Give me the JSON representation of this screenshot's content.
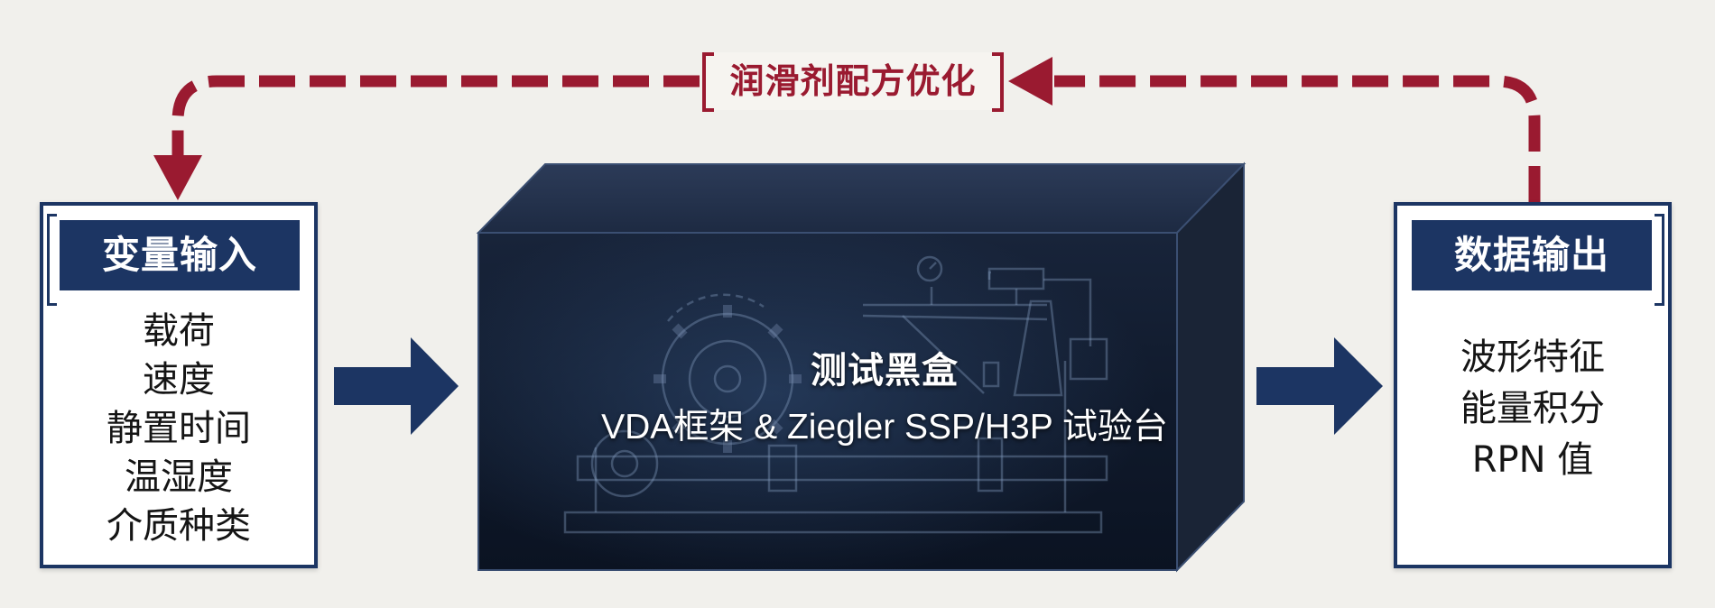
{
  "input_panel": {
    "header": "变量输入",
    "items": [
      "载荷",
      "速度",
      "静置时间",
      "温湿度",
      "介质种类"
    ]
  },
  "black_box": {
    "title": "测试黑盒",
    "subtitle": "VDA框架 & Ziegler SSP/H3P 试验台"
  },
  "output_panel": {
    "header": "数据输出",
    "items": [
      "波形特征",
      "能量积分",
      "RPN 值"
    ]
  },
  "feedback_loop": {
    "label": "润滑剂配方优化"
  },
  "colors": {
    "navy": "#1c3563",
    "crimson": "#9a1a30",
    "background": "#f1f0ec",
    "box_front": "#111a2b",
    "box_top": "#253450",
    "box_side": "#1b2538"
  }
}
